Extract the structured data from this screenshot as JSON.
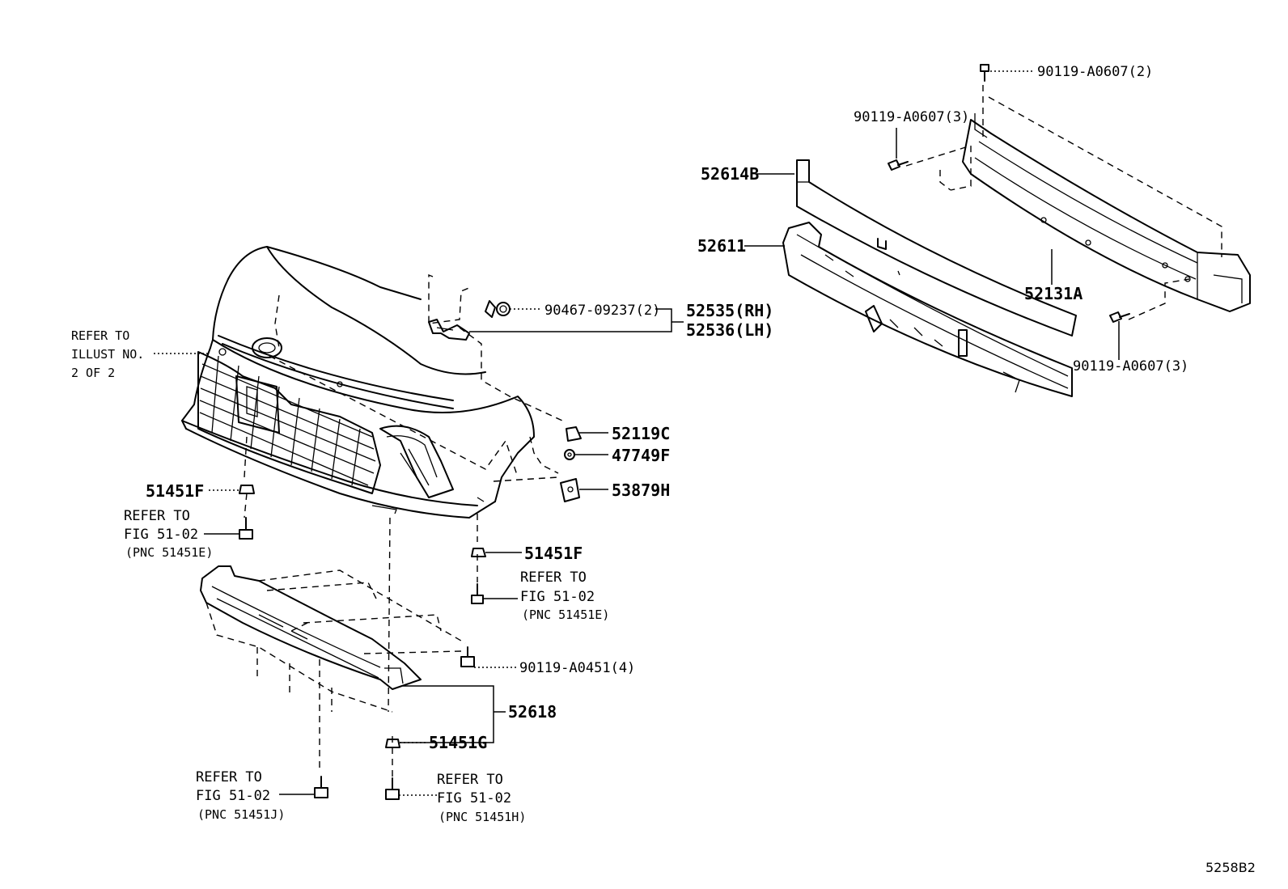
{
  "figure_code": "5258B2",
  "labels": {
    "p52614b": "52614B",
    "p52611": "52611",
    "p52131a": "52131A",
    "bolt_top": "90119-A0607(2)",
    "bolt_mid": "90119-A0607(3)",
    "bolt_right": "90119-A0607(3)",
    "clip_90467": "90467-09237(2)",
    "p52535": "52535(RH)",
    "p52536": "52536(LH)",
    "refer_illust_1": "REFER TO",
    "refer_illust_2": "ILLUST NO.",
    "refer_illust_3": "2 OF 2",
    "p52119c": "52119C",
    "p47749f": "47749F",
    "p53879h": "53879H",
    "p51451f_left": "51451F",
    "refer_left_1": "REFER TO",
    "refer_left_2": "FIG 51-02",
    "refer_left_3": "(PNC 51451E)",
    "p51451f_right": "51451F",
    "refer_right_1": "REFER TO",
    "refer_right_2": "FIG 51-02",
    "refer_right_3": "(PNC 51451E)",
    "bolt_a0451": "90119-A0451(4)",
    "p52618": "52618",
    "p51451g": "51451G",
    "refer_j_1": "REFER TO",
    "refer_j_2": "FIG 51-02",
    "refer_j_3": "(PNC 51451J)",
    "refer_h_1": "REFER TO",
    "refer_h_2": "FIG 51-02",
    "refer_h_3": "(PNC 51451H)"
  }
}
